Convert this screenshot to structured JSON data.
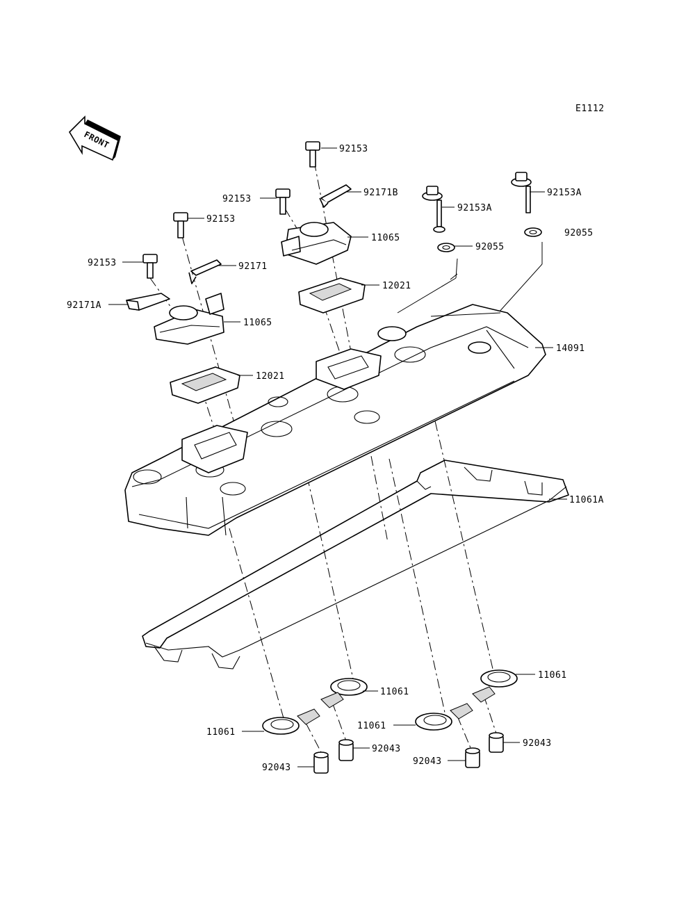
{
  "diagram_code": "E1112",
  "front_label": "FRONT",
  "parts": {
    "bolt_top": "92153",
    "bolt_mid": "92153",
    "bolt_left_upper": "92153",
    "bolt_left_lower": "92153",
    "bolt_a_center": "92153A",
    "bolt_a_right": "92153A",
    "bracket_b": "92171B",
    "bracket": "92171",
    "bracket_a": "92171A",
    "cap_right": "11065",
    "cap_left": "11065",
    "washer_center": "92055",
    "washer_right": "92055",
    "gasket_right": "12021",
    "gasket_left": "12021",
    "cover": "14091",
    "cover_gasket": "11061A",
    "plug_seal_1": "11061",
    "plug_seal_2": "11061",
    "plug_seal_3": "11061",
    "plug_seal_4": "11061",
    "dowel_1": "92043",
    "dowel_2": "92043",
    "dowel_3": "92043",
    "dowel_4": "92043"
  }
}
